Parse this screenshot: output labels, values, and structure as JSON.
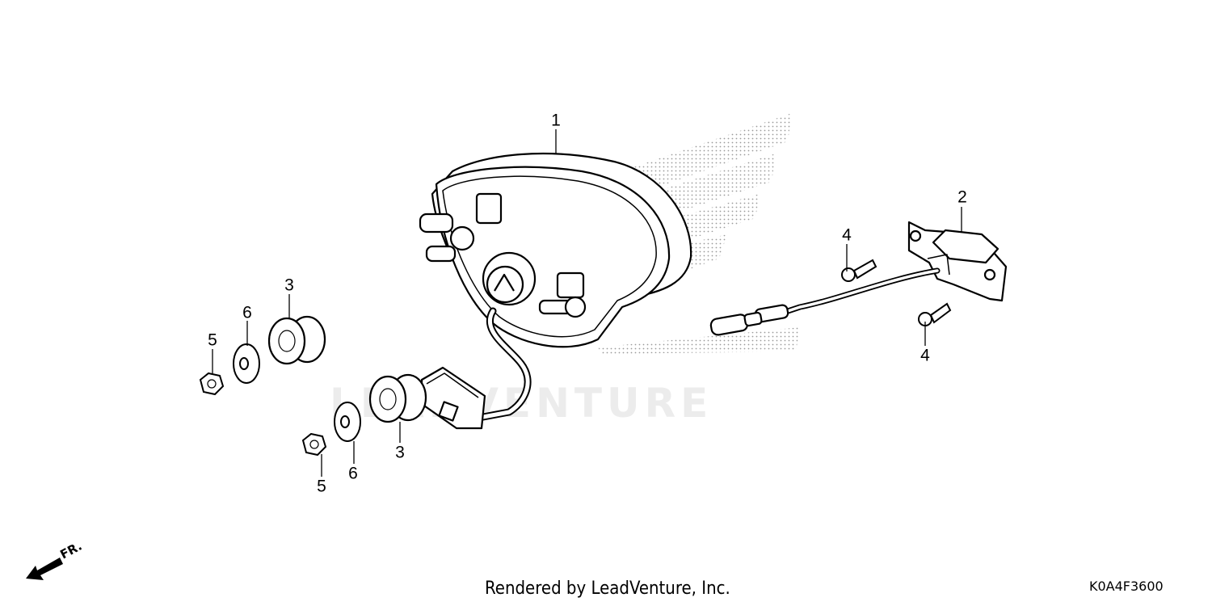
{
  "watermark": "LEADVENTURE",
  "footer": "Rendered by LeadVenture, Inc.",
  "diagram_code": "K0A4F3600",
  "direction_label": "FR.",
  "callouts": {
    "c1": "1",
    "c2": "2",
    "c3a": "3",
    "c3b": "3",
    "c4a": "4",
    "c4b": "4",
    "c5a": "5",
    "c5b": "5",
    "c6a": "6",
    "c6b": "6"
  }
}
